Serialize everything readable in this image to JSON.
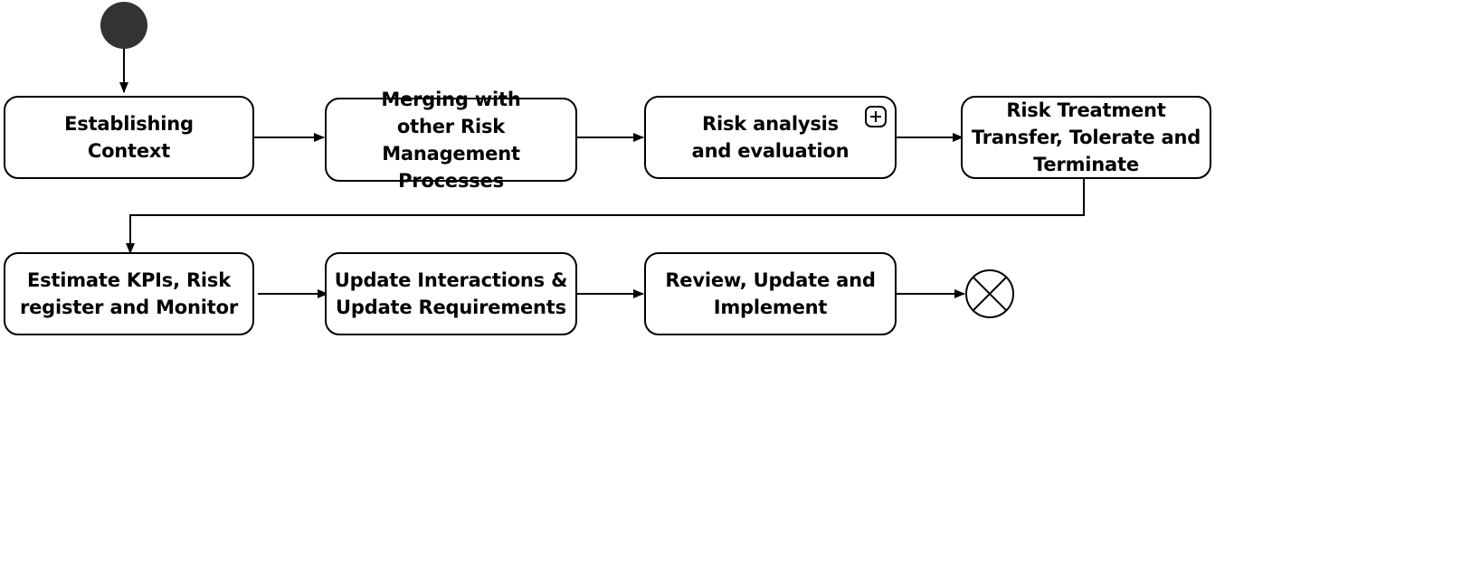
{
  "diagram": {
    "nodes": {
      "establishing_context": "Establishing\nContext",
      "merging": "Merging with\nother Risk Management\nProcesses",
      "risk_analysis": "Risk analysis\nand evaluation",
      "risk_treatment": "Risk Treatment\nTransfer, Tolerate and\nTerminate",
      "estimate_kpis": "Estimate KPIs, Risk\nregister and Monitor",
      "update_interactions": "Update Interactions &\nUpdate Requirements",
      "review_update": "Review, Update and\nImplement"
    },
    "colors": {
      "start_fill": "#333333",
      "line": "#000000",
      "node_fill": "#ffffff"
    },
    "icons": {
      "start": "initial-node",
      "end": "flow-final-node",
      "subprocess": "subprocess-plus-icon"
    }
  }
}
